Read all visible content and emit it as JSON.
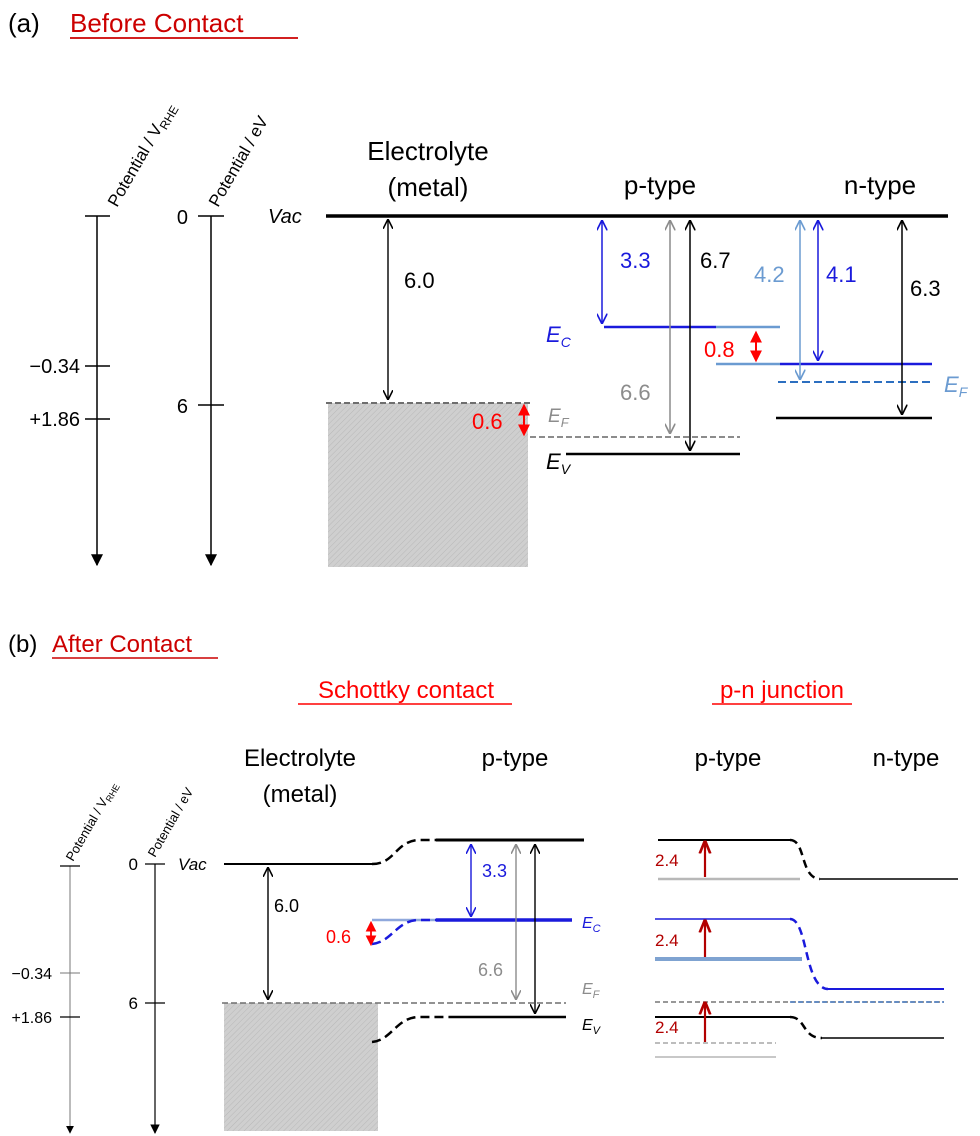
{
  "panel_a": {
    "letter": "(a)",
    "title": "Before Contact",
    "axis_vrhe_label_main": "Potential / V",
    "axis_vrhe_label_sub": "RHE",
    "axis_ev_label": "Potential / eV",
    "tick_ev_0": "0",
    "tick_ev_6": "6",
    "tick_rhe_1": "−0.34",
    "tick_rhe_2": "+1.86",
    "vac": "Vac",
    "electrolyte_line1": "Electrolyte",
    "electrolyte_line2": "(metal)",
    "ptype": "p-type",
    "ntype": "n-type",
    "v_6_0": "6.0",
    "v_3_3": "3.3",
    "v_6_7": "6.7",
    "v_6_6": "6.6",
    "v_0_6": "0.6",
    "v_4_2": "4.2",
    "v_4_1": "4.1",
    "v_0_8": "0.8",
    "v_6_3": "6.3",
    "ec": "E",
    "ec_sub": "C",
    "ef": "E",
    "ef_sub": "F",
    "ev": "E",
    "ev_sub": "V"
  },
  "panel_b": {
    "letter": "(b)",
    "title": "After Contact",
    "schottky": "Schottky contact",
    "pn": "p-n junction",
    "axis_vrhe_label_main": "Potential / V",
    "axis_vrhe_label_sub": "RHE",
    "axis_ev_label": "Potential / eV",
    "tick_ev_0": "0",
    "tick_ev_6": "6",
    "tick_rhe_1": "−0.34",
    "tick_rhe_2": "+1.86",
    "vac": "Vac",
    "electrolyte_line1": "Electrolyte",
    "electrolyte_line2": "(metal)",
    "ptype_s": "p-type",
    "ptype_pn": "p-type",
    "ntype_pn": "n-type",
    "v_6_0": "6.0",
    "v_3_3": "3.3",
    "v_6_6": "6.6",
    "v_0_6": "0.6",
    "v_2_4_a": "2.4",
    "v_2_4_b": "2.4",
    "v_2_4_c": "2.4",
    "ec": "E",
    "ec_sub": "C",
    "ef": "E",
    "ef_sub": "F",
    "ev": "E",
    "ev_sub": "V"
  },
  "colors": {
    "title_red": "#cc0000",
    "value_red": "#ff0000",
    "arrow_darkred": "#b20000",
    "blue": "#1a1adc",
    "light_blue": "#6b9bd1",
    "gray": "#8c8c8c",
    "light_gray": "#bcbcbc",
    "black": "#000000"
  }
}
